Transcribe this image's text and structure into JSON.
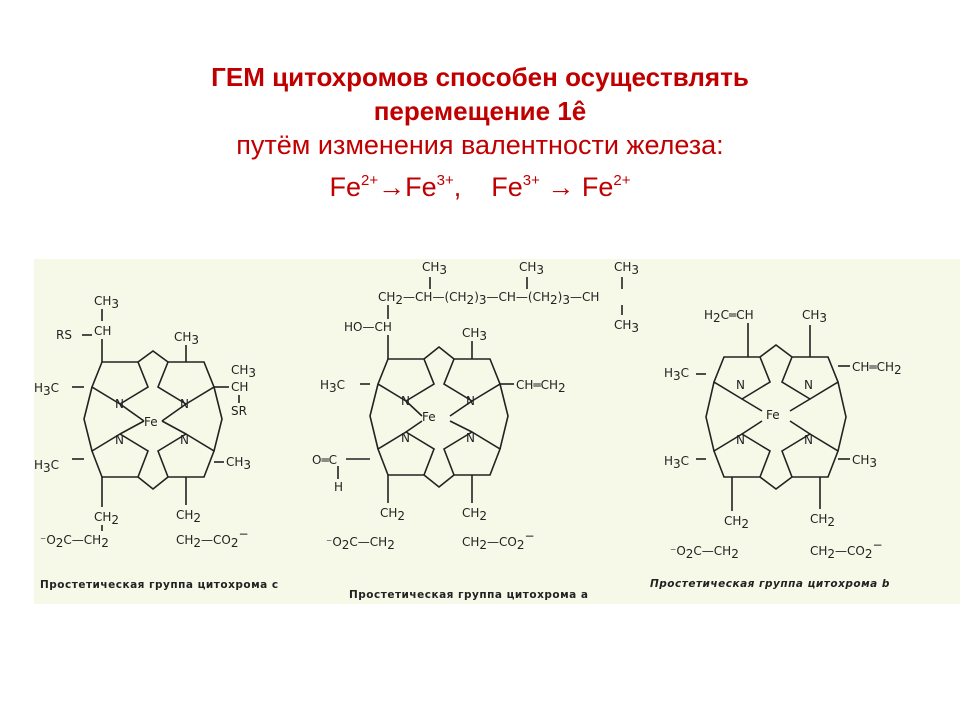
{
  "title": {
    "line1": "ГЕМ цитохромов способен осуществлять",
    "line2": "перемещение 1ê",
    "line3": "путём изменения валентности железа:",
    "eq": {
      "fe1": "Fe",
      "c1": "2+",
      "arrow1": "→",
      "fe2": "Fe",
      "c2": "3+",
      "sep": ",",
      "fe3": "Fe",
      "c3": "3+",
      "arrow2": "→",
      "fe4": "Fe",
      "c4": "2+"
    }
  },
  "figure": {
    "caption_c": "Простетическая группа цитохрома c",
    "caption_a": "Простетическая группа цитохрома a",
    "caption_b": "Простетическая группа цитохрома b",
    "colors": {
      "background": "#f6f9e8",
      "title": "#c00000",
      "ink": "#222222"
    }
  }
}
